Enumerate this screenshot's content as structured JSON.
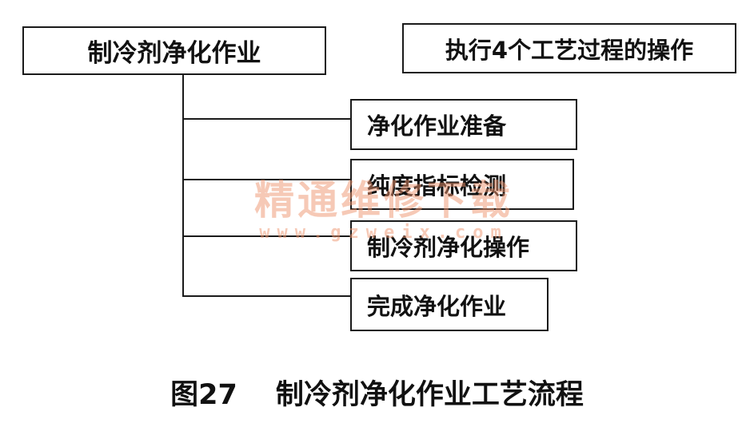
{
  "diagram": {
    "root": "制冷剂净化作业",
    "note": "执行4个工艺过程的操作",
    "steps": [
      {
        "label": "净化作业准备"
      },
      {
        "label": "纯度指标检测"
      },
      {
        "label": "制冷剂净化操作"
      },
      {
        "label": "完成净化作业"
      }
    ]
  },
  "watermark": {
    "text": "精通维修下载",
    "url": "www.gzweix.com"
  },
  "caption": {
    "figure_number": "图27",
    "title": "制冷剂净化作业工艺流程"
  }
}
